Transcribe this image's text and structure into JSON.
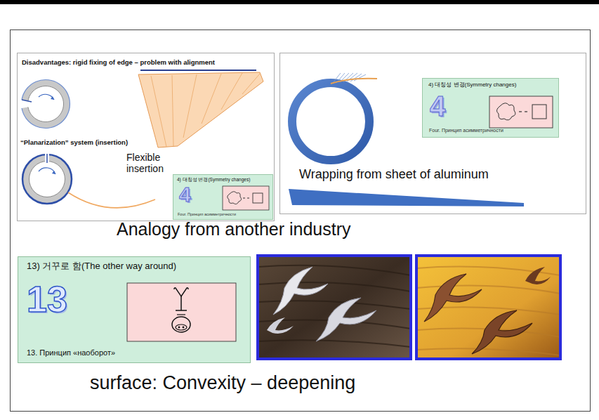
{
  "diagram": {
    "nodes": [
      {
        "text": [
          "Disadvantages: rigid fixing of edge – problem with alignment",
          "“Planarization” system (insertion)",
          "Flexible insertion"
        ]
      },
      {
        "text": [
          "4) 대칭성 변경(Symmetry changes)",
          "4",
          "Four. Принцип асимметричности"
        ],
        "in": 0
      },
      {
        "text": [
          "Wrapping from sheet of aluminum"
        ]
      },
      {
        "text": [
          "4) 대칭성 변경(Symmetry changes)",
          "4",
          "Four. Принцип асимметричности"
        ],
        "in": 2
      },
      {
        "text": [
          "13) 거꾸로 함(The other way around)",
          "13",
          "13. Принцип «наоборот»"
        ]
      }
    ],
    "labels": [
      "Analogy from another industry",
      "surface: Convexity – deepening"
    ]
  }
}
